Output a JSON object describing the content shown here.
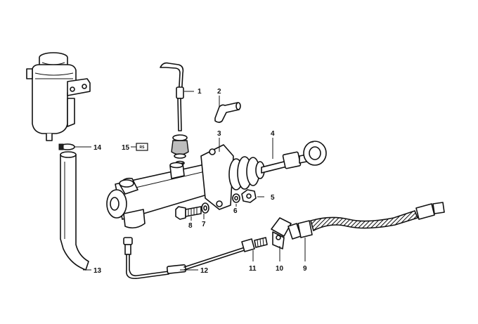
{
  "callouts": [
    {
      "id": "1",
      "label": "1"
    },
    {
      "id": "2",
      "label": "2"
    },
    {
      "id": "3",
      "label": "3"
    },
    {
      "id": "4",
      "label": "4"
    },
    {
      "id": "5",
      "label": "5"
    },
    {
      "id": "6",
      "label": "6"
    },
    {
      "id": "7",
      "label": "7"
    },
    {
      "id": "8",
      "label": "8"
    },
    {
      "id": "9",
      "label": "9"
    },
    {
      "id": "10",
      "label": "10"
    },
    {
      "id": "11",
      "label": "11"
    },
    {
      "id": "12",
      "label": "12"
    },
    {
      "id": "13",
      "label": "13"
    },
    {
      "id": "14",
      "label": "14"
    },
    {
      "id": "15",
      "label": "15"
    }
  ],
  "badge": {
    "text": "RS"
  }
}
